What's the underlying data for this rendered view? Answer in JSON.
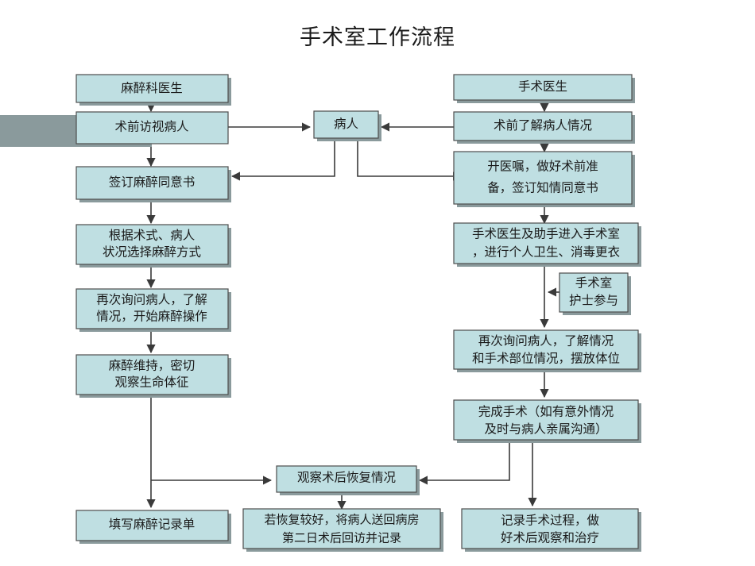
{
  "title": "手术室工作流程",
  "theme": {
    "node_fill": "#bfdfe2",
    "node_border": "#4d4d4d",
    "node_shadow": "#8a9a9c",
    "edge_color": "#3a3a3a",
    "background": "#ffffff",
    "text_color": "#1a1a1a"
  },
  "nodes": {
    "anesthesiologist": {
      "label": "麻醉科医生"
    },
    "preop_visit": {
      "label": "术前访视病人"
    },
    "anesthesia_consent": {
      "label": "签订麻醉同意书"
    },
    "choose_anesthesia_l1": {
      "label": "根据术式、病人"
    },
    "choose_anesthesia_l2": {
      "label": "状况选择麻醉方式"
    },
    "reask_patient_l1": {
      "label": "再次询问病人，了解"
    },
    "reask_patient_l2": {
      "label": "情况，开始麻醉操作"
    },
    "maintain_anesthesia_l1": {
      "label": "麻醉维持，密切"
    },
    "maintain_anesthesia_l2": {
      "label": "观察生命体征"
    },
    "fill_record": {
      "label": "填写麻醉记录单"
    },
    "patient": {
      "label": "病人"
    },
    "surgeon": {
      "label": "手术医生"
    },
    "preop_understand": {
      "label": "术前了解病人情况"
    },
    "orders_prep_l1": {
      "label": "开医嘱，做好术前准"
    },
    "orders_prep_l2": {
      "label": "备，签订知情同意书"
    },
    "enter_or_l1": {
      "label": "手术医生及助手进入手术室"
    },
    "enter_or_l2": {
      "label": "，进行个人卫生、消毒更衣"
    },
    "or_nurse_l1": {
      "label": "手术室"
    },
    "or_nurse_l2": {
      "label": "护士参与"
    },
    "reask_position_l1": {
      "label": "再次询问病人，了解情况"
    },
    "reask_position_l2": {
      "label": "和手术部位情况，摆放体位"
    },
    "finish_surgery_l1": {
      "label": "完成手术（如有意外情况"
    },
    "finish_surgery_l2": {
      "label": "及时与病人亲属沟通）"
    },
    "observe_recovery": {
      "label": "观察术后恢复情况"
    },
    "recovery_good_l1": {
      "label": "若恢复较好，将病人送回病房"
    },
    "recovery_good_l2": {
      "label": "第二日术后回访并记录"
    },
    "record_surgery_l1": {
      "label": "记录手术过程，做"
    },
    "record_surgery_l2": {
      "label": "好术后观察和治疗"
    }
  }
}
